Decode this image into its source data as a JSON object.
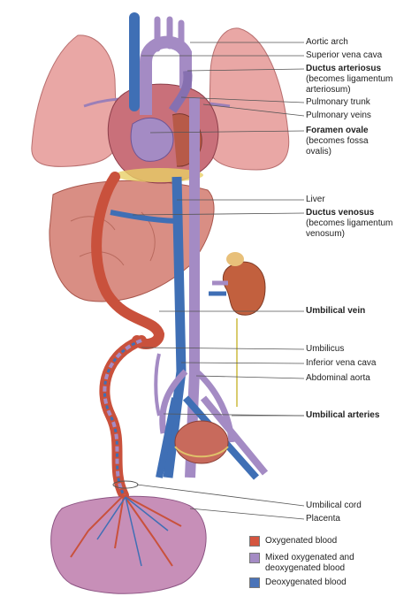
{
  "labels": {
    "aortic_arch": "Aortic arch",
    "superior_vena_cava": "Superior vena cava",
    "ductus_arteriosus": "Ductus arteriosus",
    "ductus_arteriosus_note_1": "(becomes ligamentum",
    "ductus_arteriosus_note_2": "arteriosum)",
    "pulmonary_trunk": "Pulmonary trunk",
    "pulmonary_veins": "Pulmonary veins",
    "foramen_ovale": "Foramen ovale",
    "foramen_ovale_note_1": "(becomes fossa",
    "foramen_ovale_note_2": "ovalis)",
    "liver": "Liver",
    "ductus_venosus": "Ductus venosus",
    "ductus_venosus_note_1": "(becomes ligamentum",
    "ductus_venosus_note_2": "venosum)",
    "umbilical_vein": "Umbilical vein",
    "umbilicus": "Umbilicus",
    "inferior_vena_cava": "Inferior vena cava",
    "abdominal_aorta": "Abdominal aorta",
    "umbilical_arteries": "Umbilical arteries",
    "umbilical_cord": "Umbilical cord",
    "placenta": "Placenta"
  },
  "legend": [
    {
      "label_1": "Oxygenated blood",
      "label_2": "",
      "color": "#d4553f"
    },
    {
      "label_1": "Mixed oxygenated and",
      "label_2": "deoxygenated blood",
      "color": "#a48bc4"
    },
    {
      "label_1": "Deoxygenated blood",
      "label_2": "",
      "color": "#4a73b8"
    }
  ],
  "colors": {
    "oxygenated": "#c9513c",
    "mixed": "#a48bc4",
    "deoxygenated": "#3f6fb5",
    "lung": "#e9a7a5",
    "liver": "#d98e84",
    "kidney": "#c2603e",
    "placenta": "#c78fb8"
  }
}
